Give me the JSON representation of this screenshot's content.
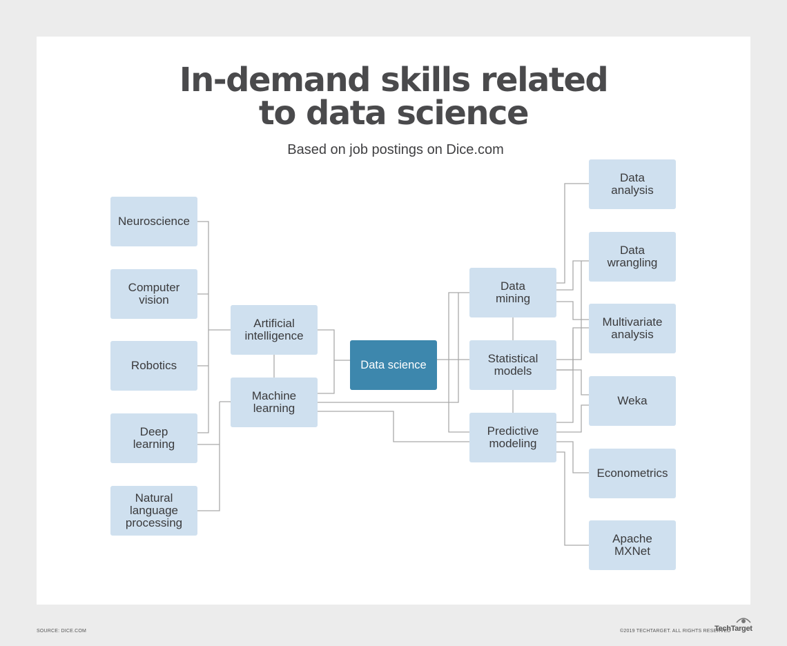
{
  "title_line1": "In-demand skills related",
  "title_line2": "to data science",
  "subtitle": "Based on job postings on Dice.com",
  "center": "Data science",
  "left_nodes": {
    "neuroscience": "Neuroscience",
    "computer_vision": "Computer\nvision",
    "robotics": "Robotics",
    "deep_learning": "Deep\nlearning",
    "nlp": "Natural\nlanguage\nprocessing"
  },
  "mid_left": {
    "ai": "Artificial\nintelligence",
    "ml": "Machine\nlearning"
  },
  "mid_right": {
    "data_mining": "Data\nmining",
    "statistical_models": "Statistical\nmodels",
    "predictive_modeling": "Predictive\nmodeling"
  },
  "right_nodes": {
    "data_analysis": "Data\nanalysis",
    "data_wrangling": "Data\nwrangling",
    "multivariate": "Multivariate\nanalysis",
    "weka": "Weka",
    "econometrics": "Econometrics",
    "mxnet": "Apache\nMXNet"
  },
  "footer": {
    "source": "SOURCE: DICE.COM",
    "copyright": "©2019 TECHTARGET. ALL RIGHTS RESERVED",
    "logo": "TechTarget"
  },
  "colors": {
    "node": "#cfe0ef",
    "center_node": "#3d87ad",
    "connector": "#a9a9a9"
  }
}
